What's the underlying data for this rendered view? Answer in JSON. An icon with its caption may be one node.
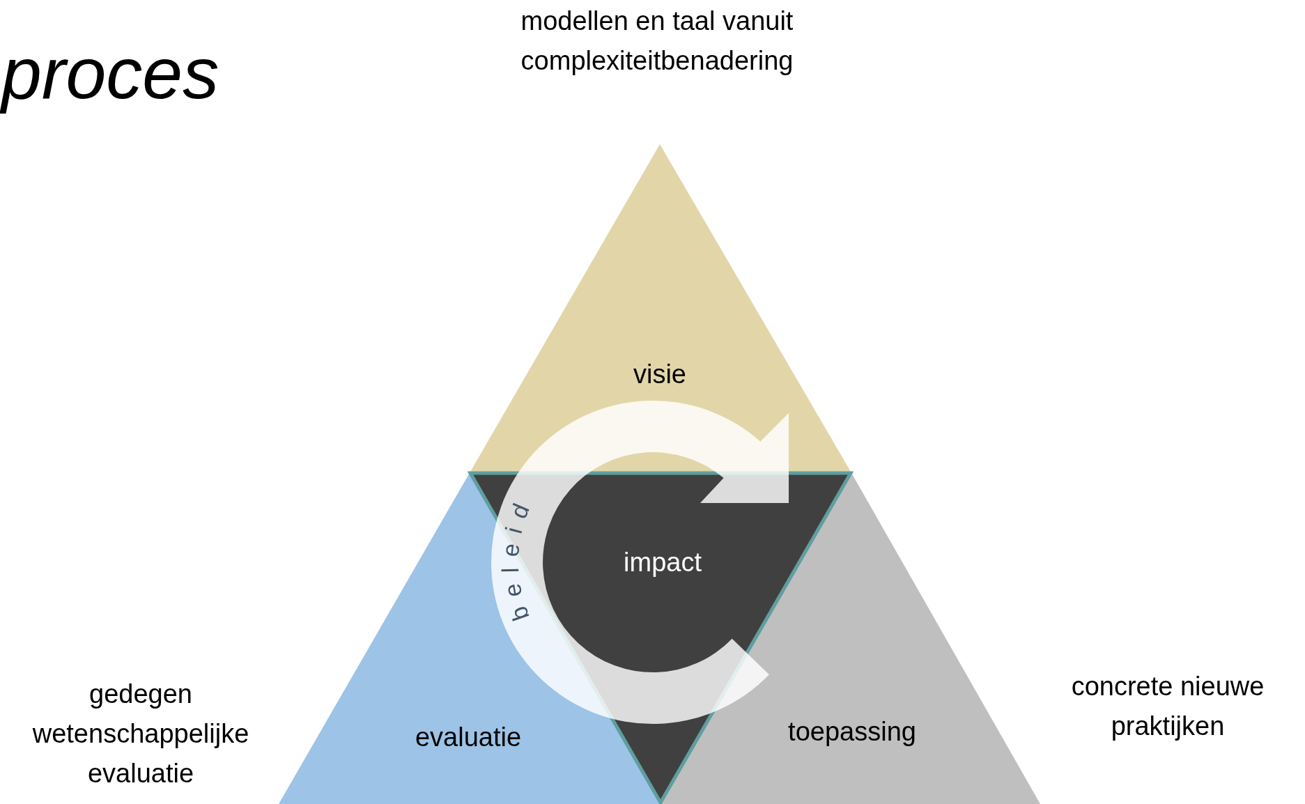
{
  "diagram": {
    "nodes": [
      {
        "text": [
          "visie"
        ],
        "beside": [
          "modellen en taal vanuit complexiteitbenadering"
        ]
      },
      {
        "text": [
          "evaluatie"
        ],
        "beside": [
          "gedegen wetenschappelijke evaluatie"
        ]
      },
      {
        "text": [
          "toepassing"
        ],
        "beside": [
          "concrete nieuwe praktijken"
        ]
      },
      {
        "text": [
          "impact"
        ]
      },
      {
        "text": [
          "beleid"
        ]
      }
    ],
    "labels": [
      "proces"
    ]
  }
}
